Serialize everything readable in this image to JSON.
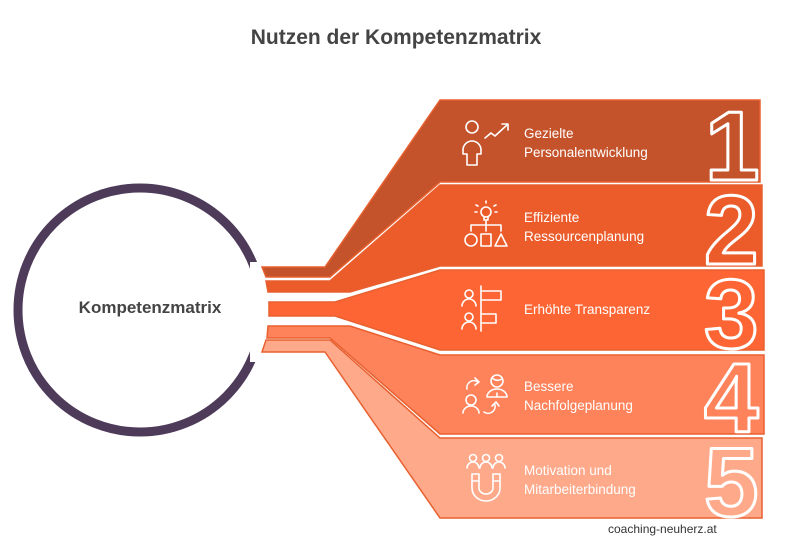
{
  "title": "Nutzen der Kompetenzmatrix",
  "center": {
    "label": "Kompetenzmatrix",
    "ring_color": "#4e3b5a"
  },
  "items": [
    {
      "number": "1",
      "line1": "Gezielte",
      "line2": "Personalentwicklung",
      "icon": "person-growth-icon",
      "color": "#c4532b"
    },
    {
      "number": "2",
      "line1": "Effiziente",
      "line2": "Ressourcenplanung",
      "icon": "idea-hierarchy-icon",
      "color": "#ec5b2a"
    },
    {
      "number": "3",
      "line1": "Erhöhte Transparenz",
      "line2": "",
      "icon": "people-bars-icon",
      "color": "#fd6634"
    },
    {
      "number": "4",
      "line1": "Bessere",
      "line2": "Nachfolgeplanung",
      "icon": "succession-icon",
      "color": "#fe825a"
    },
    {
      "number": "5",
      "line1": "Motivation und",
      "line2": "Mitarbeiterbindung",
      "icon": "team-magnet-icon",
      "color": "#fda98a"
    }
  ],
  "footer": "coaching-neuherz.at"
}
